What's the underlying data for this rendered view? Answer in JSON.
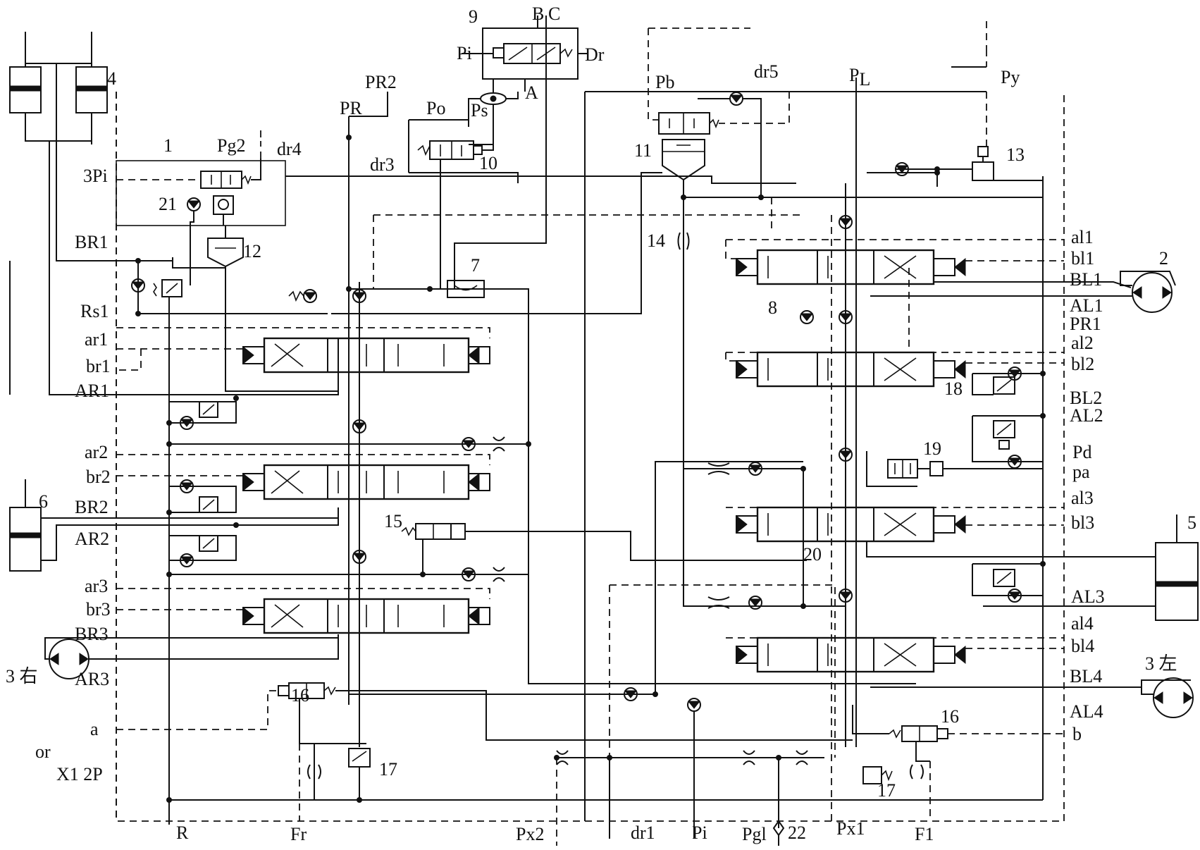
{
  "labels": {
    "n1": "1",
    "n2": "2",
    "n3r": "3 右",
    "n3l": "3 左",
    "n4": "4",
    "n5": "5",
    "n6": "6",
    "n7": "7",
    "n8": "8",
    "n9": "9",
    "n10": "10",
    "n11": "11",
    "n12": "12",
    "n13": "13",
    "n14": "14",
    "n15": "15",
    "n16a": "16",
    "n16b": "16",
    "n17a": "17",
    "n17b": "17",
    "n18": "18",
    "n19": "19",
    "n20": "20",
    "n21": "21",
    "n22": "22",
    "B": "B",
    "C": "C",
    "Pi_top": "Pi",
    "Dr": "Dr",
    "A": "A",
    "Ps": "Ps",
    "Po": "Po",
    "PR2": "PR2",
    "PR": "PR",
    "Pb": "Pb",
    "dr5": "dr5",
    "PL": "P",
    "PL_sub": "L",
    "Py": "Py",
    "Pg2": "Pg2",
    "dr4": "dr4",
    "dr3": "dr3",
    "3Pi": "3Pi",
    "BR1": "BR1",
    "Rs1": "Rs1",
    "ar1": "ar1",
    "br1": "br1",
    "AR1": "AR1",
    "ar2": "ar2",
    "br2": "br2",
    "BR2": "BR2",
    "AR2": "AR2",
    "ar3": "ar3",
    "br3": "br3",
    "BR3": "BR3",
    "AR3": "AR3",
    "a": "a",
    "or": "or",
    "X12P": "X1 2P",
    "R": "R",
    "Fr": "Fr",
    "Px2": "Px2",
    "dr1": "dr1",
    "Pi_bot": "Pi",
    "Pgl": "Pgl",
    "Px1": "Px1",
    "F1": "F1",
    "al1": "al1",
    "bl1": "bl1",
    "BL1": "BL1",
    "AL1": "AL1",
    "PR1": "PR1",
    "al2": "al2",
    "bl2": "bl2",
    "BL2": "BL2",
    "AL2": "AL2",
    "Pd": "Pd",
    "pa": "pa",
    "al3": "al3",
    "bl3": "bl3",
    "AL3": "AL3",
    "al4": "al4",
    "bl4": "bl4",
    "BL4": "BL4",
    "AL4": "AL4",
    "b": "b"
  }
}
